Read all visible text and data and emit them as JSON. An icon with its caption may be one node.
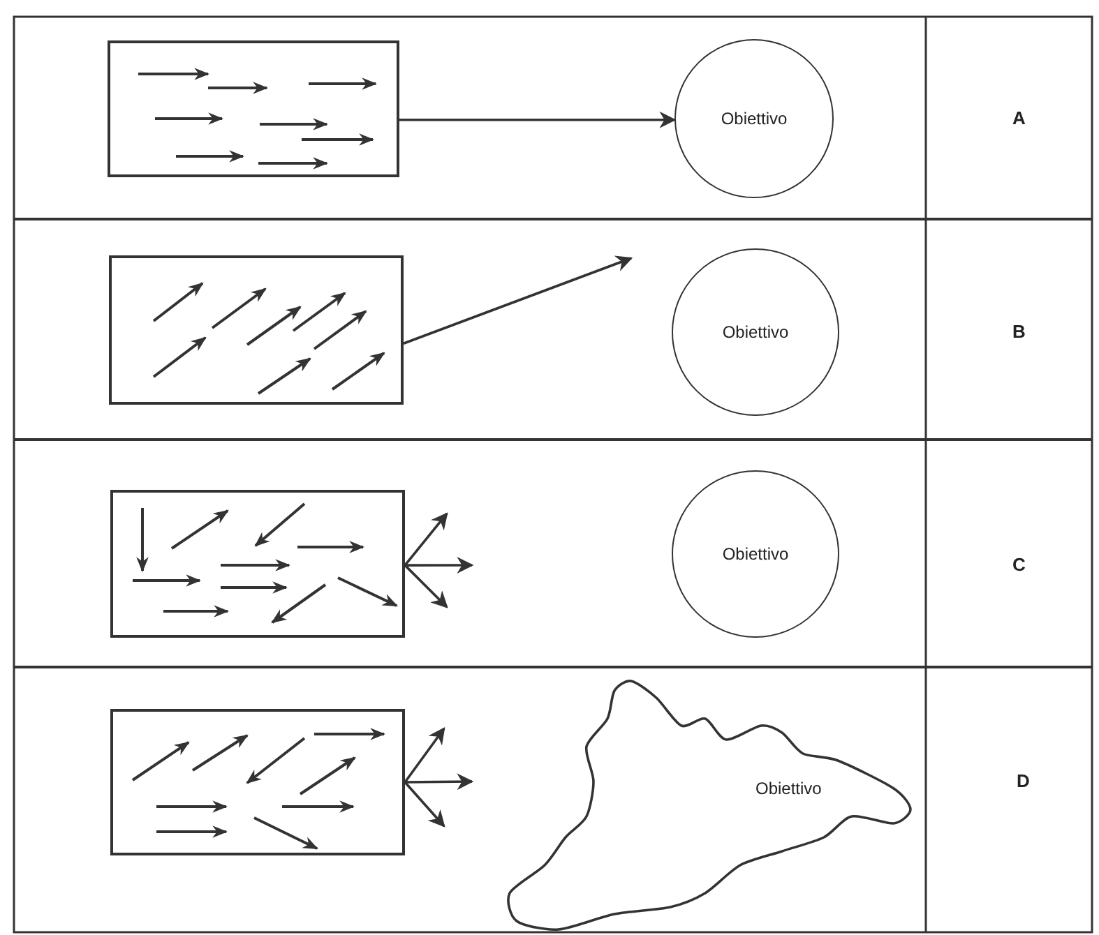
{
  "diagram": {
    "nodes": [
      {
        "text": [],
        "shape": "box"
      },
      {
        "text": [
          "Obiettivo"
        ]
      },
      {
        "text": [],
        "shape": "box"
      },
      {
        "text": [
          "Obiettivo"
        ]
      },
      {
        "text": [],
        "shape": "box"
      },
      {
        "text": [
          "Obiettivo"
        ]
      },
      {
        "text": [],
        "shape": "box"
      },
      {
        "text": [
          "Obiettivo"
        ]
      }
    ],
    "edges": [
      {
        "from": 0,
        "to": 1,
        "arrow": "to"
      },
      {
        "from": 2,
        "to": null,
        "arrow": "to"
      },
      {
        "from": 4,
        "to": null,
        "arrow": "to"
      },
      {
        "from": 4,
        "to": null,
        "arrow": "to"
      },
      {
        "from": 4,
        "to": null,
        "arrow": "to"
      },
      {
        "from": 6,
        "to": null,
        "arrow": "to"
      },
      {
        "from": 6,
        "to": null,
        "arrow": "to"
      },
      {
        "from": 6,
        "to": null,
        "arrow": "to"
      }
    ],
    "labels": [
      "A",
      "B",
      "C",
      "D"
    ]
  }
}
